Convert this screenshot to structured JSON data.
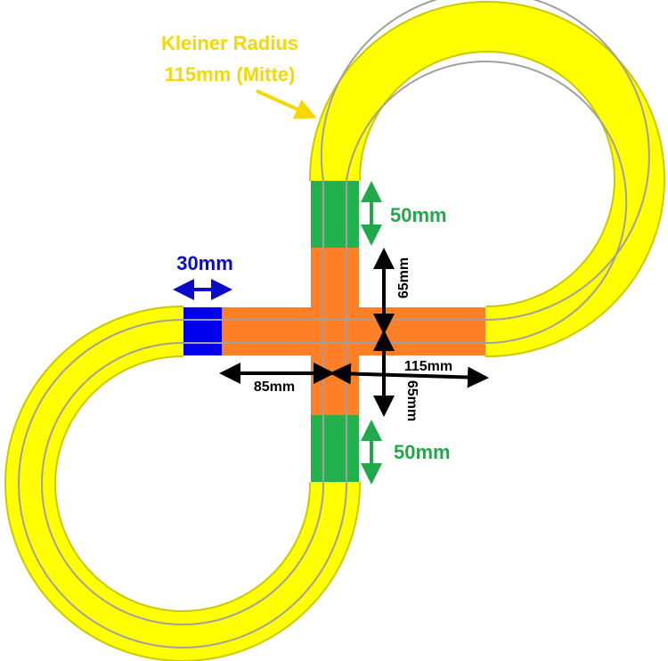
{
  "labels": {
    "radius_line1": "Kleiner Radius",
    "radius_line2": "115mm (Mitte)",
    "blue_width": "30mm",
    "green_top": "50mm",
    "green_bottom": "50mm",
    "arm_up": "65mm",
    "arm_down": "65mm",
    "left_arm": "85mm",
    "right_arm": "115mm"
  },
  "colors": {
    "track": "#ffff00",
    "track_edge": "#c9c900",
    "crossing": "#ff7f27",
    "straight_green": "#22b14c",
    "straight_blue": "#0000ee",
    "annotation_yellow": "#f5d800",
    "annotation_green": "#22a84a",
    "annotation_blue": "#0a0ac8",
    "annotation_black": "#000000",
    "slot_line": "#a0a0a0"
  }
}
